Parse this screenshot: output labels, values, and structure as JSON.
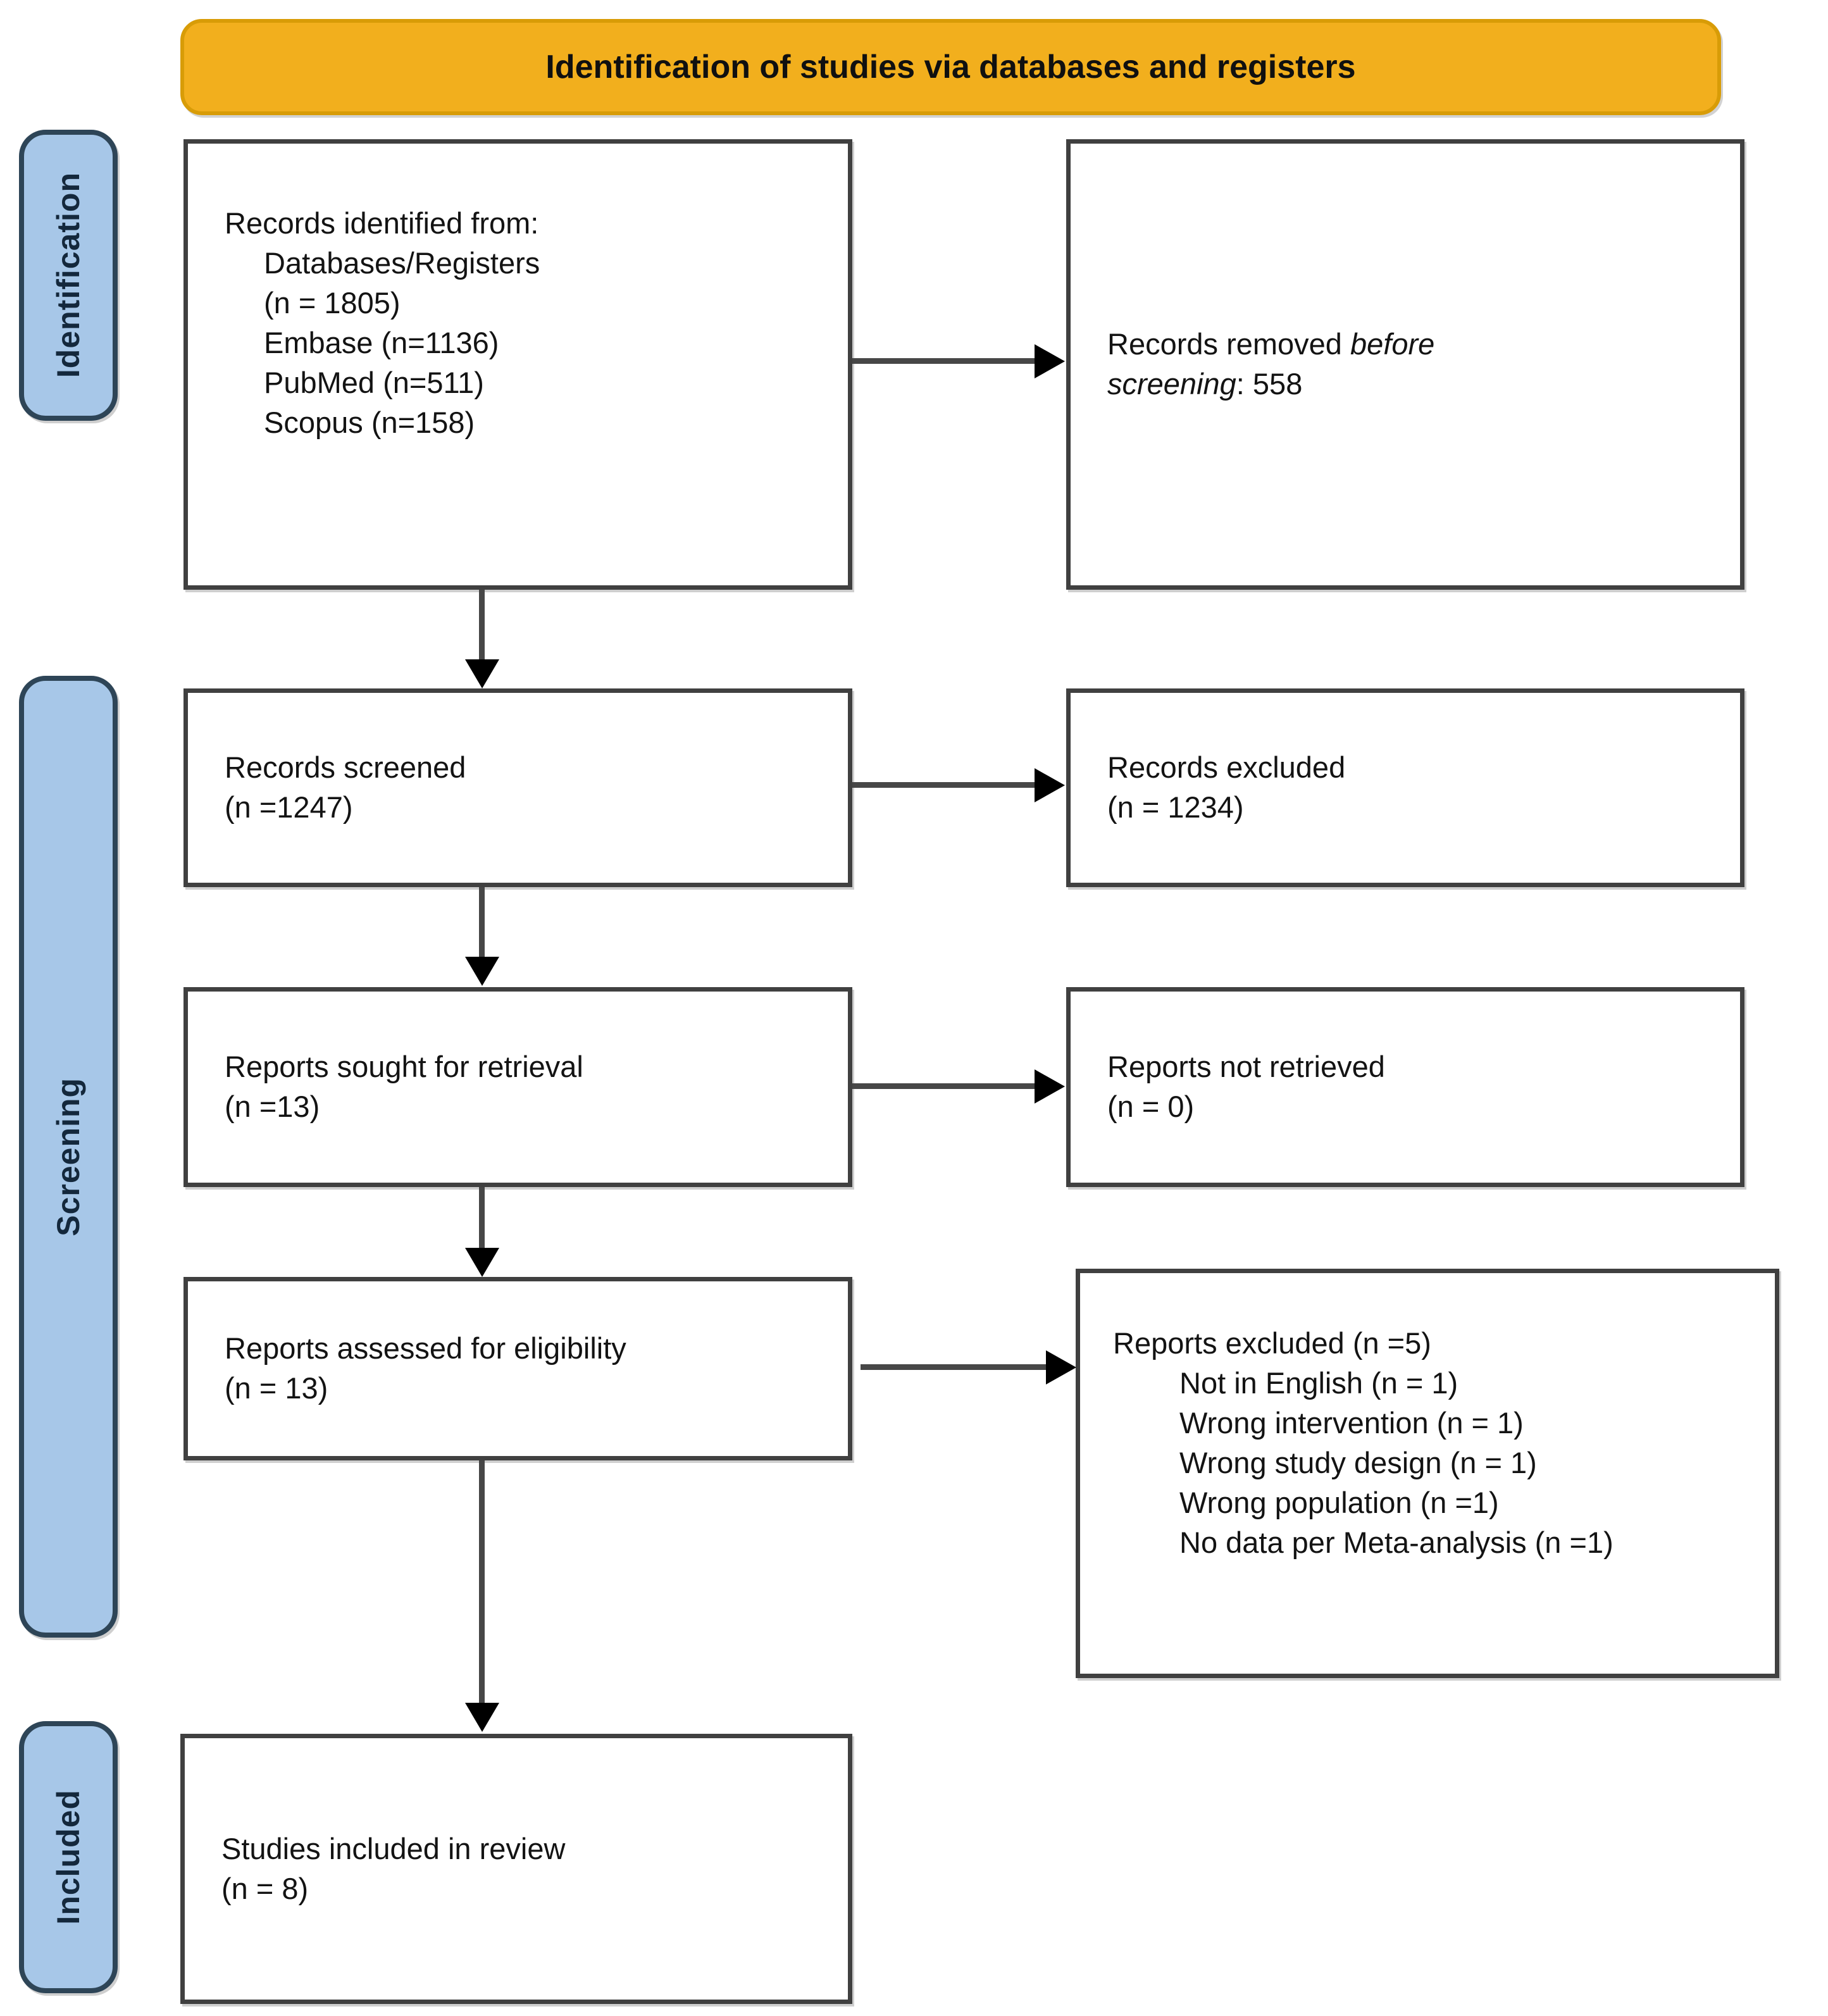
{
  "banner": {
    "title": "Identification of studies via databases and registers"
  },
  "side_labels": {
    "identification": "Identification",
    "screening": "Screening",
    "included": "Included"
  },
  "boxes": {
    "records_identified": {
      "heading": "Records identified from:",
      "items": [
        "Databases/Registers",
        "(n = 1805)",
        "Embase (n=1136)",
        "PubMed (n=511)",
        "Scopus (n=158)"
      ]
    },
    "records_removed": {
      "prefix": "Records removed ",
      "italic": "before screening",
      "suffix": ": 558"
    },
    "records_screened": {
      "line1": "Records screened",
      "line2": "(n =1247)"
    },
    "records_excluded": {
      "line1": "Records excluded",
      "line2": "(n = 1234)"
    },
    "reports_sought": {
      "line1": "Reports sought for retrieval",
      "line2": "(n =13)"
    },
    "reports_not_retrieved": {
      "line1": "Reports not retrieved",
      "line2": "(n = 0)"
    },
    "reports_assessed": {
      "line1": "Reports assessed for eligibility",
      "line2": "(n = 13)"
    },
    "reports_excluded": {
      "heading": "Reports excluded (n =5)",
      "items": [
        "Not in English (n = 1)",
        "Wrong intervention (n = 1)",
        "Wrong study design (n = 1)",
        "Wrong population (n =1)",
        "No data per Meta-analysis (n =1)"
      ]
    },
    "studies_included": {
      "line1": "Studies included in review",
      "line2": "(n = 8)"
    }
  },
  "colors": {
    "banner_bg": "#F2AF1D",
    "banner_border": "#D89C07",
    "stage_label_bg": "#A7C7E8",
    "stage_label_border": "#2E4557",
    "stage_label_text": "#14283C",
    "box_border": "#404040",
    "arrow": "#000000",
    "text": "#131313"
  }
}
